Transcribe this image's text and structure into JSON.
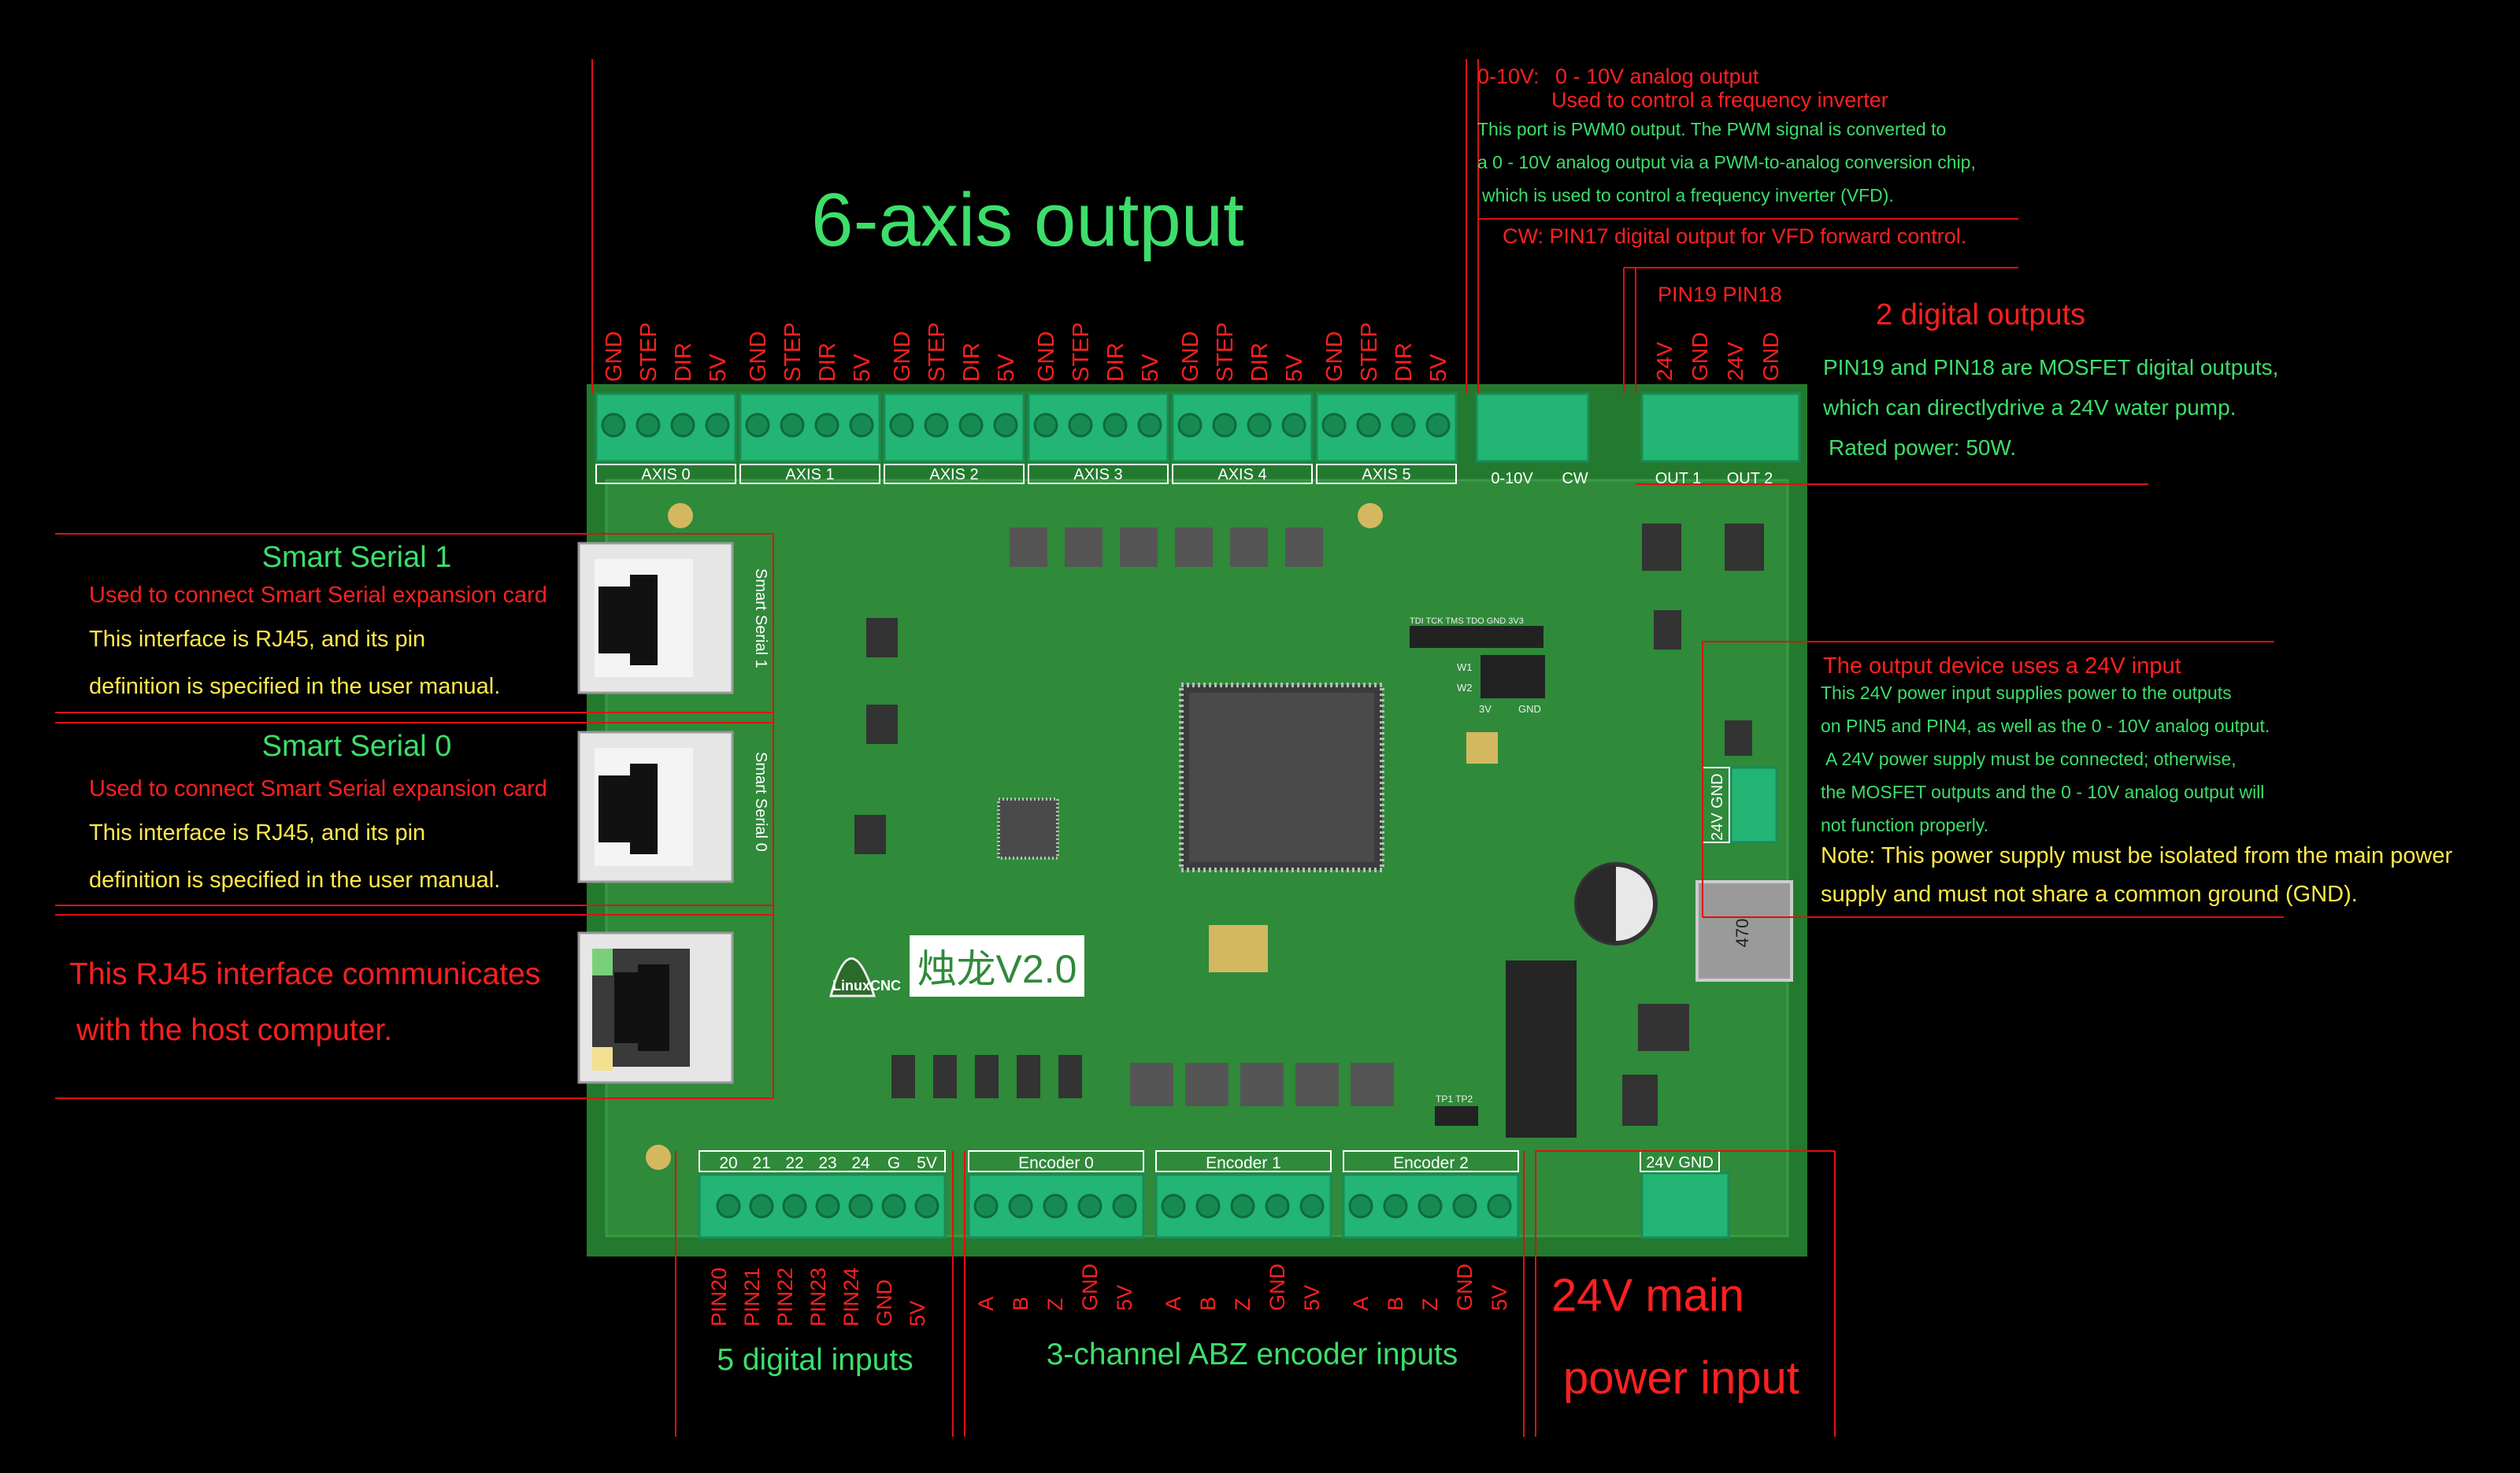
{
  "title": "6-axis output",
  "colors": {
    "background": "#000000",
    "board": "#2f8a3a",
    "board_edge": "#237a2e",
    "terminal": "#22b573",
    "red": "#ff2020",
    "green_text": "#3dde6a",
    "yellow_text": "#ffe94a",
    "line": "#e01010"
  },
  "axes": {
    "pins": [
      "GND",
      "STEP",
      "DIR",
      "5V"
    ],
    "labels": [
      "AXIS 0",
      "AXIS 1",
      "AXIS 2",
      "AXIS 3",
      "AXIS 4",
      "AXIS 5"
    ]
  },
  "analog_block": {
    "top_labels": [
      "0-10V",
      "CW"
    ],
    "line1_prefix": "0-10V:",
    "line1": "0 - 10V analog output",
    "line2": "Used to control a frequency inverter",
    "line3": "This port is PWM0 output. The PWM signal is converted to",
    "line4": "a 0 - 10V analog output via a PWM-to-analog conversion chip,",
    "line5": "which is used to control a frequency inverter (VFD).",
    "cw_line": "CW:  PIN17 digital output for VFD forward control."
  },
  "digital_outputs": {
    "pin_header": "PIN19  PIN18",
    "pins": [
      "24V",
      "GND",
      "24V",
      "GND"
    ],
    "labels": [
      "OUT 1",
      "OUT 2"
    ],
    "title": "2 digital outputs",
    "desc1": "PIN19 and PIN18 are MOSFET digital outputs,",
    "desc2": "which can directlydrive a 24V water pump.",
    "desc3": "Rated power: 50W."
  },
  "serial1": {
    "title": "Smart Serial 1",
    "red": "Used to connect Smart Serial expansion card",
    "y1": "This interface is RJ45, and its pin",
    "y2": "definition is specified in the user manual.",
    "port_label": "Smart Serial 1"
  },
  "serial0": {
    "title": "Smart Serial 0",
    "red": "Used to connect Smart Serial expansion card",
    "y1": "This interface is RJ45, and its pin",
    "y2": "definition is specified in the user manual.",
    "port_label": "Smart Serial 0"
  },
  "host": {
    "line1": "This RJ45 interface communicates",
    "line2": "with the host computer."
  },
  "output24": {
    "title": "The output device uses a 24V input",
    "g1": "This 24V power input supplies power to the outputs",
    "g2": "on PIN5 and PIN4, as well as the 0 - 10V analog output.",
    "g3": "A 24V power supply must be connected; otherwise,",
    "g4": "the MOSFET outputs and the 0 - 10V analog output will",
    "g5": "not function properly.",
    "y1": "Note: This power supply must be isolated from the main power",
    "y2": "supply and must not share a common ground (GND).",
    "connector_label": "24V GND"
  },
  "board": {
    "brand": "LinuxCNC",
    "model": "烛龙V2.0",
    "jtag": "TDI  TCK  TMS  TDO GND  3V3",
    "w1": "W1",
    "w2": "W2",
    "v3": "3V",
    "gnd": "GND",
    "tp": "TP1  TP2",
    "inductor": "470"
  },
  "inputs": {
    "header": [
      "20",
      "21",
      "22",
      "23",
      "24",
      "G",
      "5V"
    ],
    "pins": [
      "PIN20",
      "PIN21",
      "PIN22",
      "PIN23",
      "PIN24",
      "GND",
      "5V"
    ],
    "caption": "5 digital inputs"
  },
  "encoders": {
    "labels": [
      "Encoder 0",
      "Encoder 1",
      "Encoder 2"
    ],
    "pins": [
      "A",
      "B",
      "Z",
      "GND",
      "5V"
    ],
    "caption": "3-channel ABZ encoder inputs"
  },
  "power": {
    "connector_label": "24V GND",
    "line1": "24V main",
    "line2": "power input"
  }
}
